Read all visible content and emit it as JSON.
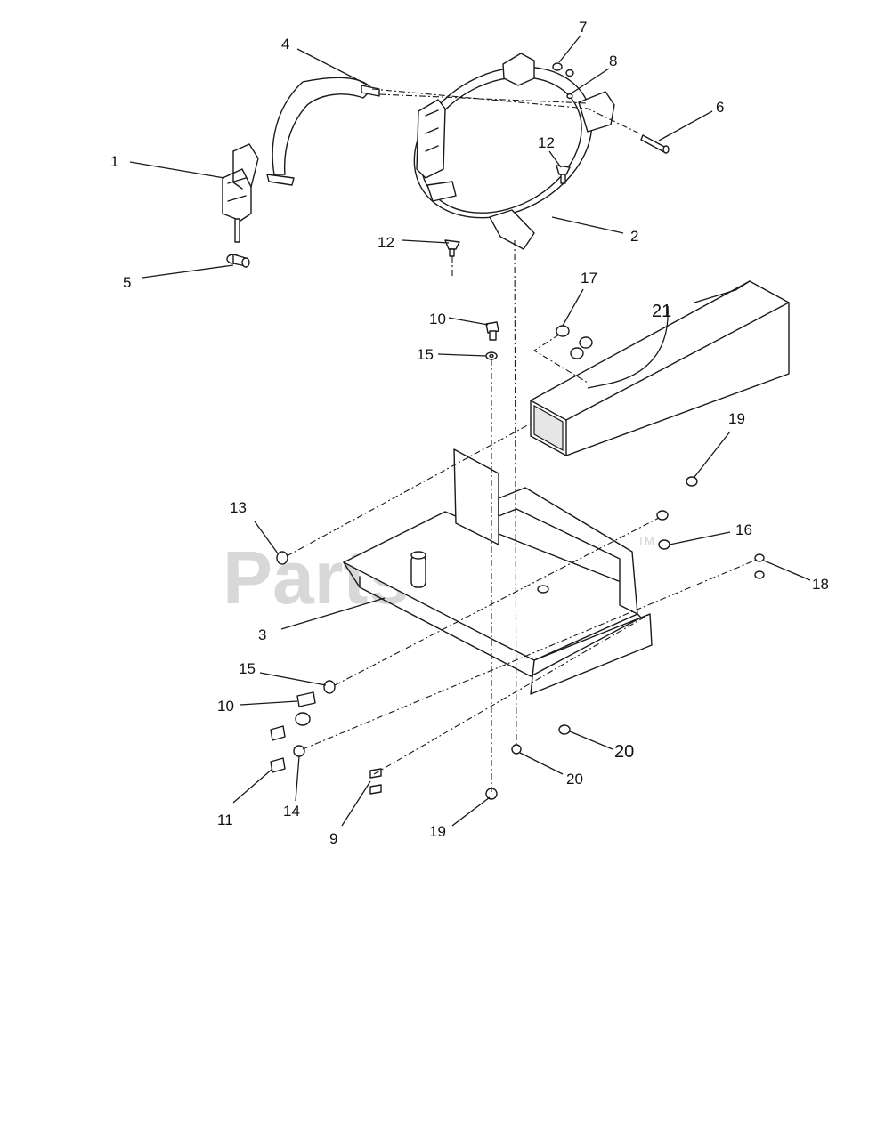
{
  "watermark": {
    "text": "PartsTree",
    "tm": "TM"
  },
  "callouts": [
    {
      "id": "c1",
      "label": "1"
    },
    {
      "id": "c2",
      "label": "2"
    },
    {
      "id": "c3",
      "label": "3"
    },
    {
      "id": "c4",
      "label": "4"
    },
    {
      "id": "c5",
      "label": "5"
    },
    {
      "id": "c6",
      "label": "6"
    },
    {
      "id": "c7",
      "label": "7"
    },
    {
      "id": "c8",
      "label": "8"
    },
    {
      "id": "c9",
      "label": "9"
    },
    {
      "id": "c10a",
      "label": "10"
    },
    {
      "id": "c10b",
      "label": "10"
    },
    {
      "id": "c11",
      "label": "11"
    },
    {
      "id": "c12a",
      "label": "12"
    },
    {
      "id": "c12b",
      "label": "12"
    },
    {
      "id": "c13",
      "label": "13"
    },
    {
      "id": "c14",
      "label": "14"
    },
    {
      "id": "c15a",
      "label": "15"
    },
    {
      "id": "c15b",
      "label": "15"
    },
    {
      "id": "c16",
      "label": "16"
    },
    {
      "id": "c17",
      "label": "17"
    },
    {
      "id": "c18",
      "label": "18"
    },
    {
      "id": "c19a",
      "label": "19"
    },
    {
      "id": "c19b",
      "label": "19"
    },
    {
      "id": "c20a",
      "label": "20"
    },
    {
      "id": "c20b",
      "label": "20"
    },
    {
      "id": "c21",
      "label": "21"
    }
  ]
}
